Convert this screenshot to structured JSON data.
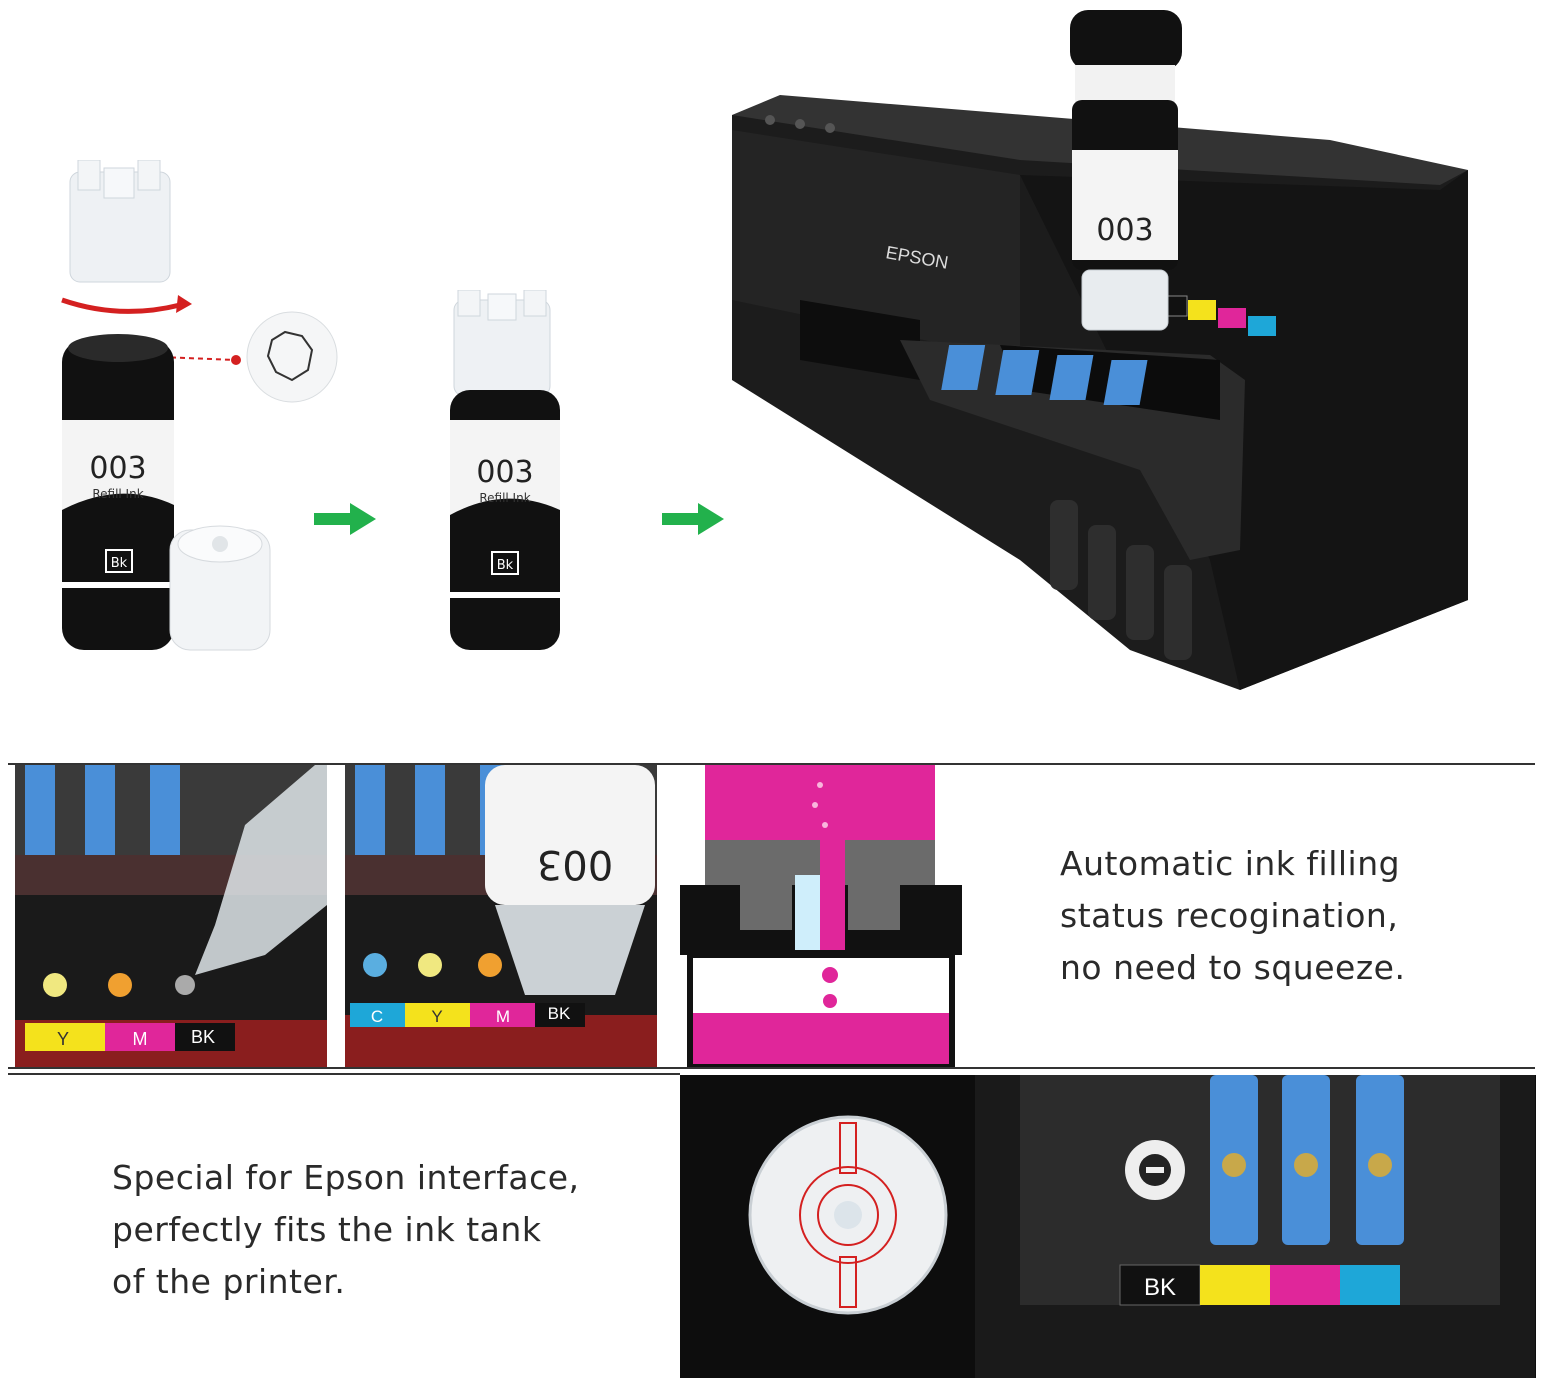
{
  "bottle": {
    "number": "003",
    "label": "Refill Ink",
    "color_code": "Bk"
  },
  "printer": {
    "brand": "EPSON"
  },
  "tank_labels": {
    "bk": "BK",
    "c": "C",
    "y": "Y",
    "m": "M"
  },
  "features": {
    "auto_fill": {
      "line1": "Automatic ink filling",
      "line2": "status recogination,",
      "line3": "no need to squeeze."
    },
    "interface": {
      "line1": "Special for Epson interface,",
      "line2": "perfectly fits the ink tank",
      "line3": "of the printer."
    }
  },
  "colors": {
    "arrow_green": "#22b14c",
    "rotate_red": "#d42020",
    "magenta": "#e0269a",
    "cyan": "#1ea7d8",
    "yellow": "#f4e21c",
    "tank_blue": "#4a8fd8"
  }
}
